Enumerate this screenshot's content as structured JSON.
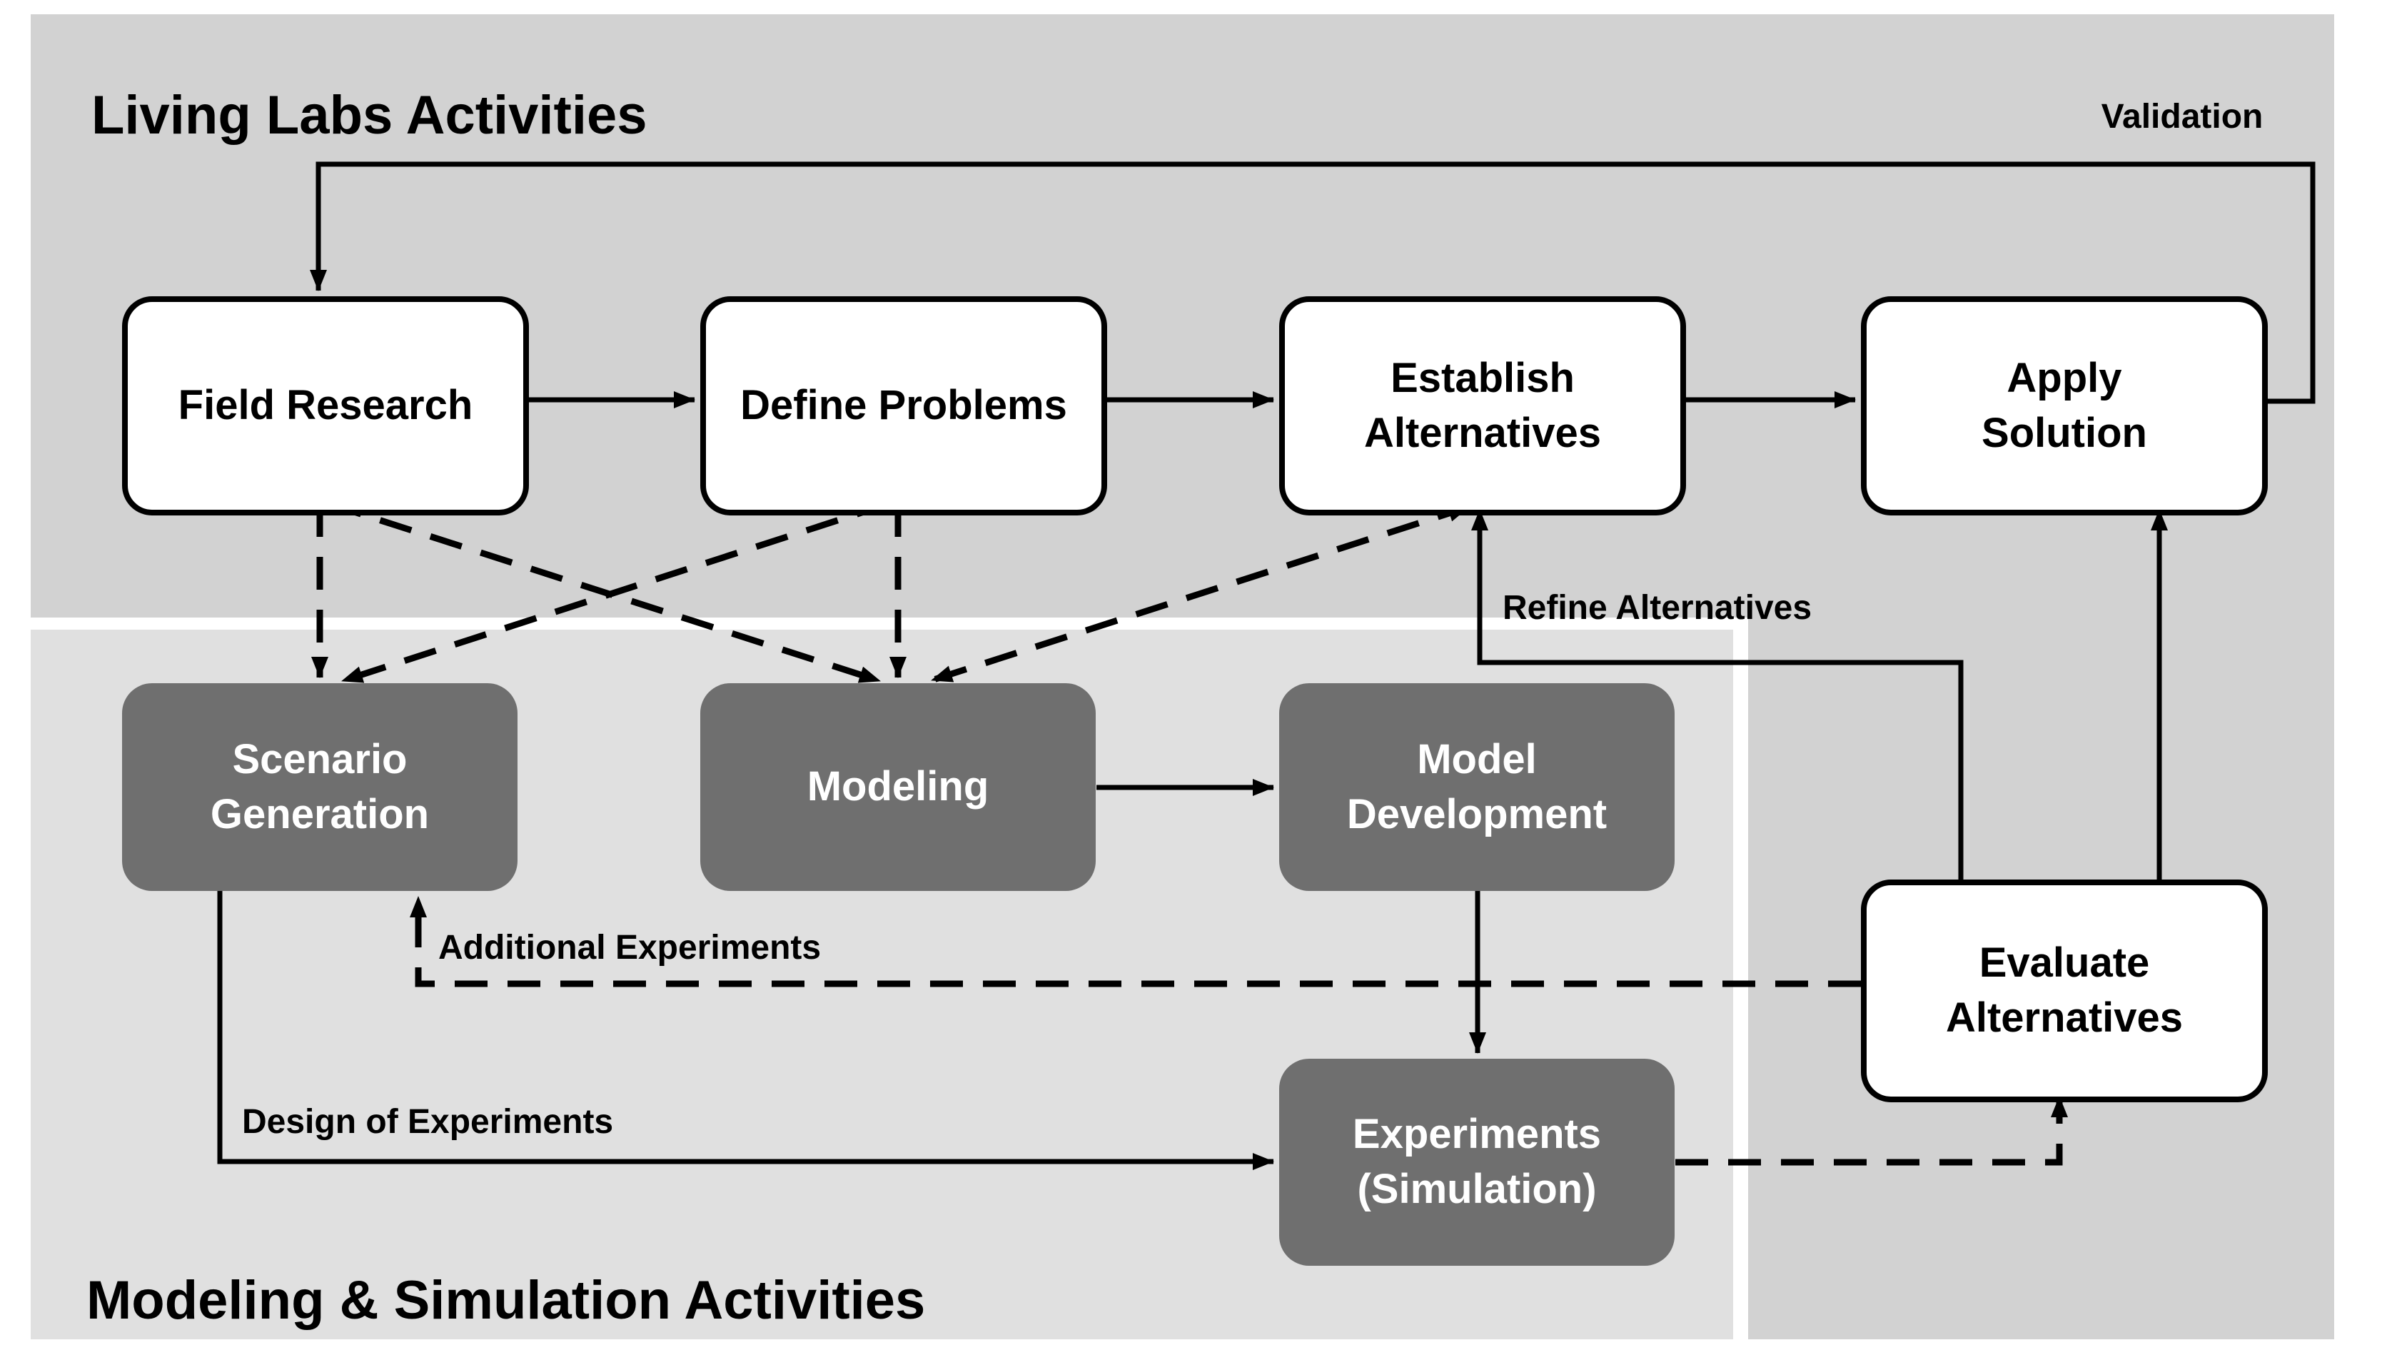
{
  "sections": {
    "living_labs": {
      "title": "Living Labs Activities"
    },
    "modeling_simulation": {
      "title": "Modeling & Simulation Activities"
    }
  },
  "nodes": {
    "field_research": {
      "label": "Field Research",
      "lane": "living-labs",
      "style": "white"
    },
    "define_problems": {
      "label": "Define Problems",
      "lane": "living-labs",
      "style": "white"
    },
    "establish_alternatives": {
      "label": "Establish\nAlternatives",
      "lane": "living-labs",
      "style": "white"
    },
    "apply_solution": {
      "label": "Apply\nSolution",
      "lane": "living-labs",
      "style": "white"
    },
    "scenario_generation": {
      "label": "Scenario\nGeneration",
      "lane": "modeling-simulation",
      "style": "dark"
    },
    "modeling": {
      "label": "Modeling",
      "lane": "modeling-simulation",
      "style": "dark"
    },
    "model_development": {
      "label": "Model\nDevelopment",
      "lane": "modeling-simulation",
      "style": "dark"
    },
    "evaluate_alternatives": {
      "label": "Evaluate\nAlternatives",
      "lane": "living-labs",
      "style": "white"
    },
    "experiments_simulation": {
      "label": "Experiments\n(Simulation)",
      "lane": "modeling-simulation",
      "style": "dark"
    }
  },
  "edge_labels": {
    "validation": "Validation",
    "refine_alternatives": "Refine Alternatives",
    "additional_experiments": "Additional Experiments",
    "design_of_experiments": "Design of Experiments"
  },
  "connections": [
    {
      "from": "Field Research",
      "to": "Define Problems",
      "style": "solid"
    },
    {
      "from": "Define Problems",
      "to": "Establish Alternatives",
      "style": "solid"
    },
    {
      "from": "Establish Alternatives",
      "to": "Apply Solution",
      "style": "solid"
    },
    {
      "from": "Apply Solution",
      "to": "Field Research",
      "style": "solid",
      "label": "Validation"
    },
    {
      "from": "Evaluate Alternatives",
      "to": "Establish Alternatives",
      "style": "solid",
      "label": "Refine Alternatives"
    },
    {
      "from": "Evaluate Alternatives",
      "to": "Apply Solution",
      "style": "solid"
    },
    {
      "from": "Field Research",
      "to": "Scenario Generation",
      "style": "dashed"
    },
    {
      "from": "Field Research",
      "to": "Modeling",
      "style": "dashed"
    },
    {
      "from": "Define Problems",
      "to": "Modeling",
      "style": "dashed"
    },
    {
      "from": "Define Problems",
      "to": "Scenario Generation",
      "style": "dashed"
    },
    {
      "from": "Establish Alternatives",
      "to": "Modeling",
      "style": "dashed",
      "bidirectional": true
    },
    {
      "from": "Modeling",
      "to": "Model Development",
      "style": "solid"
    },
    {
      "from": "Model Development",
      "to": "Experiments (Simulation)",
      "style": "solid"
    },
    {
      "from": "Scenario Generation",
      "to": "Experiments (Simulation)",
      "style": "solid",
      "label": "Design of Experiments"
    },
    {
      "from": "Experiments (Simulation)",
      "to": "Evaluate Alternatives",
      "style": "dashed"
    },
    {
      "from": "Evaluate Alternatives",
      "to": "Scenario Generation",
      "style": "dashed",
      "label": "Additional Experiments"
    }
  ],
  "colors": {
    "page_background": "#ffffff",
    "living_labs_panel": "#d2d2d2",
    "modeling_simulation_panel": "#e0e0e0",
    "dark_node_fill": "#6f6f6f",
    "white_node_fill": "#ffffff",
    "line_color": "#000000"
  }
}
